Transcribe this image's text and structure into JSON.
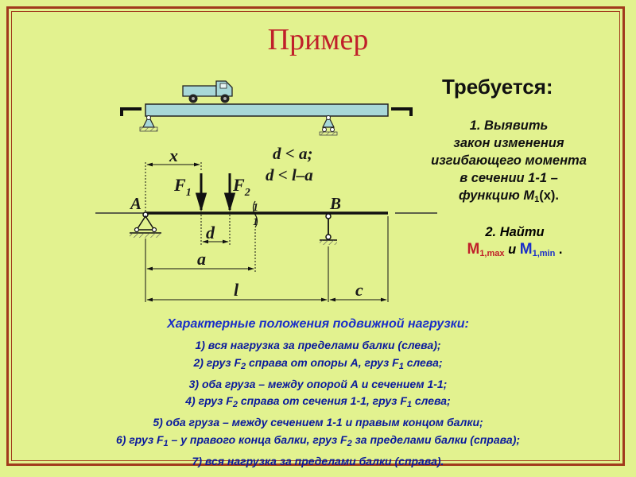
{
  "title": "Пример",
  "requirement": {
    "heading": "Требуется:",
    "item1_lines": [
      "1. Выявить",
      "закон изменения",
      "изгибающего момента",
      "в сечении 1-1 –"
    ],
    "item1_func_prefix": "функцию M",
    "item1_func_sub": "1",
    "item1_func_arg": "(x).",
    "item2_line1": "2. Найти",
    "item2_max_main": "M",
    "item2_max_sub": "1,max",
    "item2_and": " и ",
    "item2_min_main": "M",
    "item2_min_sub": "1,min",
    "item2_end": " ."
  },
  "diagram": {
    "label_x": "x",
    "label_f1": "F",
    "label_f1_sub": "1",
    "label_f2": "F",
    "label_f2_sub": "2",
    "label_A": "A",
    "label_B": "B",
    "label_d": "d",
    "label_a": "a",
    "label_l": "l",
    "label_c": "c",
    "section_top": "1",
    "section_bottom": "1",
    "condition1": "d < a;",
    "condition2": "d < l–a"
  },
  "positions": {
    "heading": "Характерные положения подвижной нагрузки:",
    "items": [
      {
        "pre": "1) вся нагрузка за пределами балки (слева);"
      },
      {
        "pre": "2) груз F",
        "sub1": "2",
        "mid": " справа от опоры А, груз F",
        "sub2": "1",
        "post": " слева;"
      },
      {
        "pre": "3) оба груза – между опорой А и сечением 1-1;"
      },
      {
        "pre": "4) груз F",
        "sub1": "2",
        "mid": " справа от сечения 1-1, груз F",
        "sub2": "1",
        "post": " слева;"
      },
      {
        "pre": "5) оба груза – между сечением 1-1 и правым концом балки;"
      },
      {
        "pre": "6) груз F",
        "sub1": "1",
        "mid": " – у правого конца балки, груз F",
        "sub2": "2",
        "post": " за пределами балки (справа);"
      },
      {
        "pre": "7) вся нагрузка за пределами балки (справа)."
      }
    ]
  },
  "colors": {
    "background": "#e2f28f",
    "frame": "#a13a1c",
    "title": "#c0202a",
    "positions_text": "#0a1a9c",
    "bridge": "#a8d8d8",
    "truck": "#a8d8d8"
  },
  "icons": {
    "truck": "truck-icon",
    "pin_support": "pin-support-icon",
    "roller_support": "roller-support-icon"
  }
}
